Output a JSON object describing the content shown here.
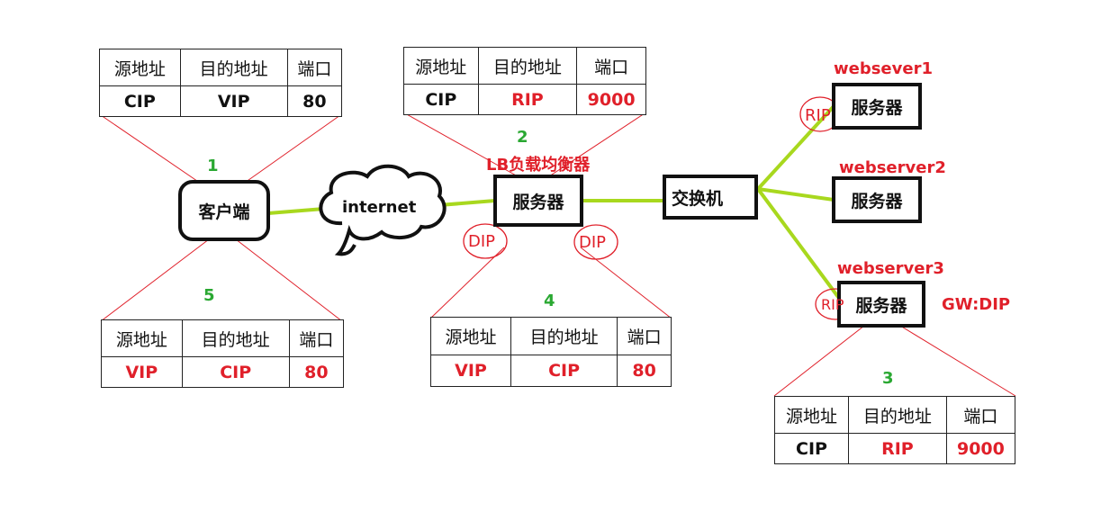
{
  "table_headers": [
    "源地址",
    "目的地址",
    "端口"
  ],
  "tables": {
    "t1": {
      "step": "1",
      "src": "CIP",
      "dst": "VIP",
      "port": "80"
    },
    "t2": {
      "step": "2",
      "src": "CIP",
      "dst": "RIP",
      "port": "9000"
    },
    "t3": {
      "step": "3",
      "src": "CIP",
      "dst": "RIP",
      "port": "9000"
    },
    "t4": {
      "step": "4",
      "src": "VIP",
      "dst": "CIP",
      "port": "80"
    },
    "t5": {
      "step": "5",
      "src": "VIP",
      "dst": "CIP",
      "port": "80"
    }
  },
  "nodes": {
    "client": "客户端",
    "internet": "internet",
    "lb_server": "服务器",
    "lb_title": "LB负载均衡器",
    "switch": "交换机",
    "server1": "服务器",
    "server2": "服务器",
    "server3": "服务器"
  },
  "server_labels": {
    "ws1": "websever1",
    "ws2": "webserver2",
    "ws3": "webserver3",
    "gw": "GW:DIP"
  },
  "ip_tags": {
    "dip_left": "DIP",
    "dip_right": "DIP",
    "rip1": "RIP",
    "rip3": "RIP"
  },
  "colors": {
    "link": "#a8d81e",
    "callout_line": "#e0202a",
    "step_number": "#2aa832",
    "highlight_text": "#e0202a"
  }
}
